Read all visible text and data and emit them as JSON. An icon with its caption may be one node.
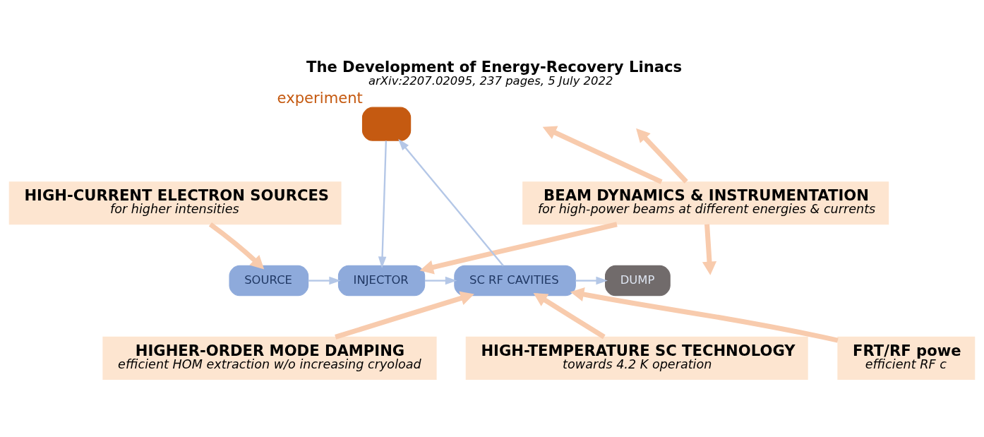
{
  "diagram": {
    "title": "The Development of Energy-Recovery Linacs",
    "caption": "arXiv:2207.02095, 237 pages, 5 July 2022",
    "nodes": [
      {
        "text": [
          "experiment"
        ]
      },
      {
        "text": [
          "HIGH-CURRENT ELECTRON SOURCES",
          "for higher intensities"
        ]
      },
      {
        "text": [
          "BEAM DYNAMICS & INSTRUMENTATION",
          "for high-power beams at different energies & currents"
        ]
      },
      {
        "text": [
          "SOURCE"
        ]
      },
      {
        "text": [
          "INJECTOR"
        ]
      },
      {
        "text": [
          "SC RF CAVITIES"
        ]
      },
      {
        "text": [
          "DUMP"
        ]
      },
      {
        "text": [
          "HIGHER-ORDER MODE DAMPING",
          "efficient HOM extraction w/o increasing cryoload"
        ]
      },
      {
        "text": [
          "HIGH-TEMPERATURE SC TECHNOLOGY",
          "towards 4.2 K operation"
        ]
      },
      {
        "text": [
          "FRT/RF powe",
          "efficient RF c"
        ]
      }
    ],
    "edges": [
      {
        "from": 1,
        "to": 3,
        "arrow": "to"
      },
      {
        "from": 3,
        "to": 4,
        "arrow": "to",
        "color": "#b4c7e7"
      },
      {
        "from": 4,
        "to": 5,
        "arrow": "to",
        "color": "#b4c7e7"
      },
      {
        "from": 5,
        "to": 6,
        "arrow": "to",
        "color": "#b4c7e7"
      },
      {
        "from": 5,
        "to": 0,
        "arrow": "to",
        "color": "#b4c7e7"
      },
      {
        "from": 0,
        "to": 4,
        "arrow": "to",
        "color": "#b4c7e7"
      },
      {
        "from": 2,
        "to": null,
        "arrow": "to"
      },
      {
        "from": 2,
        "to": null,
        "arrow": "to"
      },
      {
        "from": 2,
        "to": null,
        "arrow": "to"
      },
      {
        "from": 2,
        "to": 4,
        "arrow": "to"
      },
      {
        "from": 7,
        "to": 5,
        "arrow": "to"
      },
      {
        "from": 8,
        "to": 5,
        "arrow": "to"
      },
      {
        "from": 9,
        "to": 5,
        "arrow": "to"
      }
    ]
  }
}
